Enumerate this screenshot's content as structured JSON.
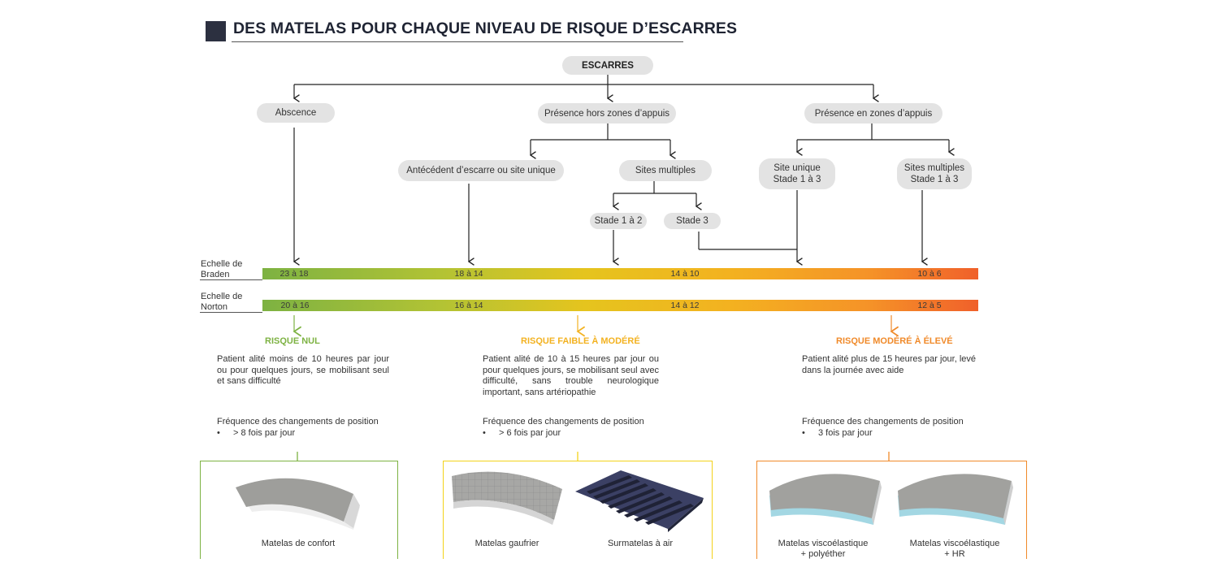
{
  "title": "DES MATELAS POUR CHAQUE NIVEAU DE RISQUE D’ESCARRES",
  "root": "ESCARRES",
  "level1": {
    "absence": "Abscence",
    "hors": "Présence hors zones d’appuis",
    "en": "Présence en zones d’appuis"
  },
  "level2": {
    "antecedent": "Antécédent d’escarre ou site unique",
    "sites_multiples": "Sites multiples",
    "site_unique_line1": "Site unique",
    "site_unique_line2": "Stade 1 à 3",
    "sites_multiples_en_line1": "Sites multiples",
    "sites_multiples_en_line2": "Stade 1 à 3"
  },
  "level3": {
    "stade12": "Stade 1 à 2",
    "stade3": "Stade 3"
  },
  "scales": {
    "braden_label_line1": "Echelle de",
    "braden_label_line2": "Braden",
    "braden_values": [
      "23 à 18",
      "18 à 14",
      "14 à 10",
      "10 à 6"
    ],
    "norton_label_line1": "Echelle de",
    "norton_label_line2": "Norton",
    "norton_values": [
      "20 à 16",
      "16 à 14",
      "14 à 12",
      "12 à 5"
    ]
  },
  "risks": [
    {
      "title": "RISQUE NUL",
      "color": "#7db242",
      "description": "Patient alité moins de 10 heures par jour ou pour quelques jours, se mobilisant seul et sans difficulté",
      "freq_label": "Fréquence des changements de position",
      "bullet": "•",
      "freq_value": "> 8 fois par jour",
      "mattresses": [
        "Matelas de confort"
      ]
    },
    {
      "title": "RISQUE FAIBLE À MODÉRÉ",
      "color": "#f3b220",
      "description": "Patient alité de 10 à 15 heures par jour ou pour quelques jours, se mobilisant seul avec difficulté, sans trouble neurologique important, sans artériopathie",
      "freq_label": "Fréquence des changements de position",
      "bullet": "•",
      "freq_value": "> 6 fois par jour",
      "mattresses": [
        "Matelas gaufrier",
        "Surmatelas à air"
      ]
    },
    {
      "title": "RISQUE MODÉRÉ À ÉLEVÉ",
      "color": "#f08a2a",
      "description": "Patient alité plus de 15 heures par jour, levé dans la journée avec aide",
      "freq_label": "Fréquence des changements de position",
      "bullet": "•",
      "freq_value": "3 fois par jour",
      "mattresses": [
        "Matelas  viscoélastique",
        "Matelas  viscoélastique"
      ],
      "mattress_sub": [
        "+ polyéther",
        "+ HR"
      ]
    }
  ],
  "colors": {
    "green": "#7db242",
    "yellow": "#f3d21a",
    "orange": "#f08a2a",
    "pill": "#e3e3e3",
    "title_square": "#2c3040"
  }
}
